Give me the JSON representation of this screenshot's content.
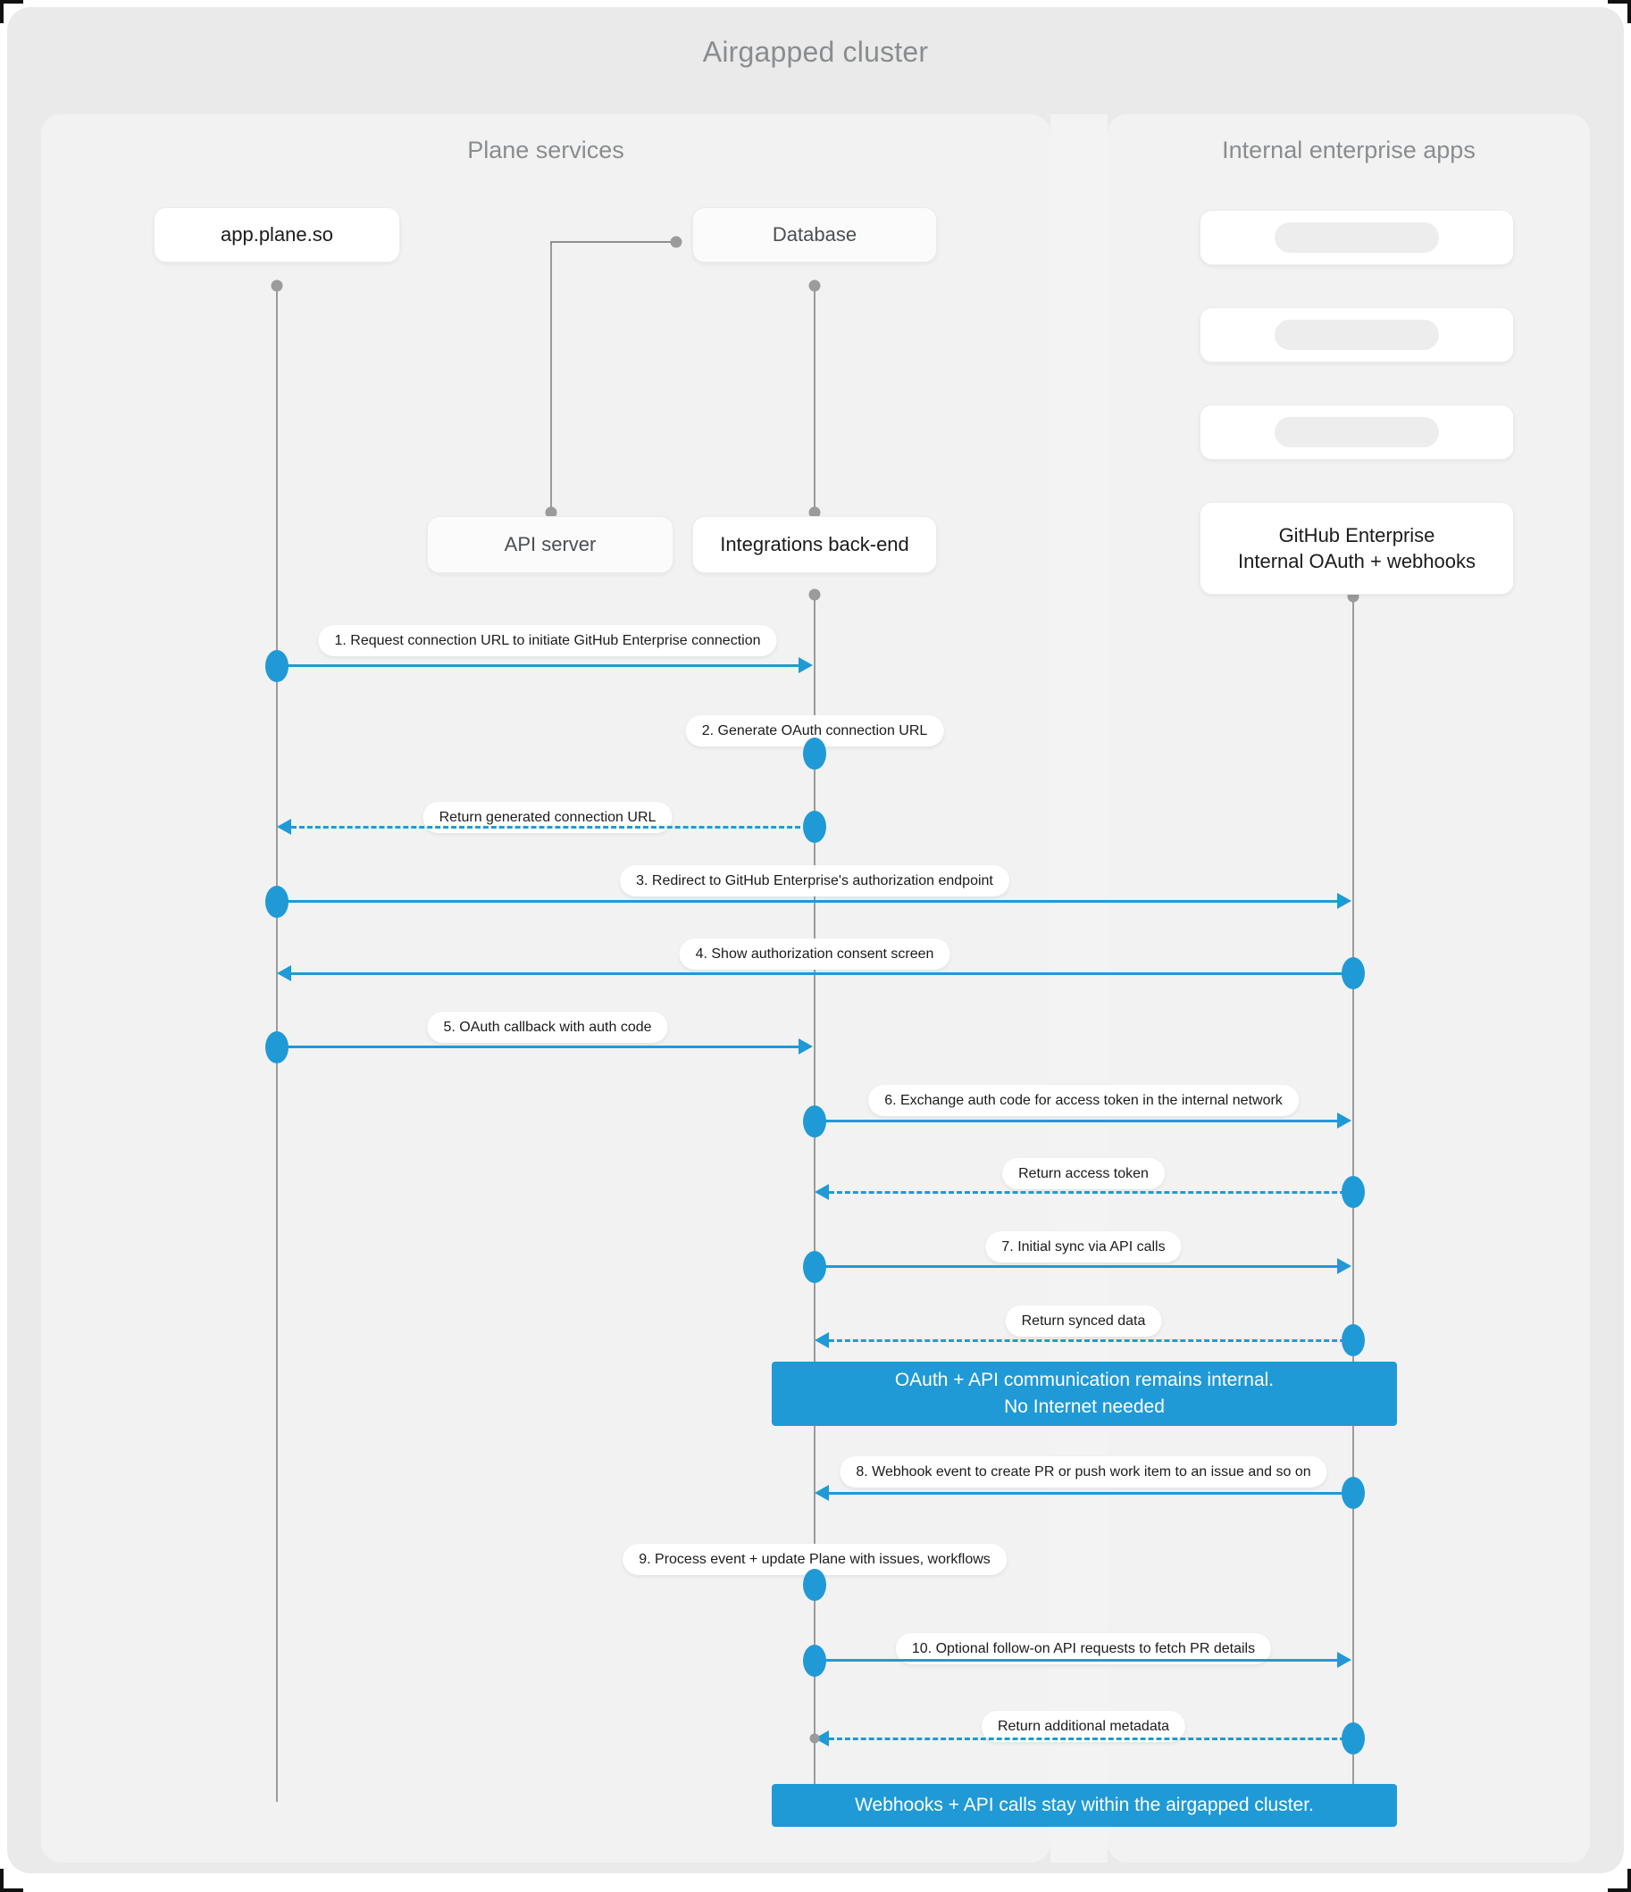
{
  "diagram": {
    "title": "Airgapped cluster",
    "accent_color": "#1f9ad6",
    "background_color": "#eaeaea",
    "group_color": "#f2f2f2"
  },
  "groups": [
    {
      "id": "plane-services",
      "title": "Plane services"
    },
    {
      "id": "internal-enterprise-apps",
      "title": "Internal enterprise apps"
    }
  ],
  "participants": [
    {
      "id": "app-plane-so",
      "label": "app.plane.so"
    },
    {
      "id": "database",
      "label": "Database"
    },
    {
      "id": "api-server",
      "label": "API server"
    },
    {
      "id": "integrations-backend",
      "label": "Integrations back-end"
    },
    {
      "id": "enterprise-app-1",
      "label": ""
    },
    {
      "id": "enterprise-app-2",
      "label": ""
    },
    {
      "id": "enterprise-app-3",
      "label": ""
    },
    {
      "id": "github-enterprise",
      "label": "GitHub Enterprise\nInternal OAuth + webhooks",
      "line1": "GitHub Enterprise",
      "line2": "Internal OAuth + webhooks"
    }
  ],
  "messages": [
    {
      "n": 1,
      "label": "1. Request connection URL to initiate GitHub Enterprise connection",
      "from": "app-plane-so",
      "to": "integrations-backend",
      "style": "solid",
      "direction": "right"
    },
    {
      "n": 2,
      "label": "2. Generate OAuth connection URL",
      "from": "integrations-backend",
      "to": "integrations-backend",
      "style": "self",
      "direction": "self"
    },
    {
      "n": 3,
      "label": "Return generated connection URL",
      "from": "integrations-backend",
      "to": "app-plane-so",
      "style": "dashed",
      "direction": "left"
    },
    {
      "n": 4,
      "label": "3. Redirect to GitHub Enterprise's authorization endpoint",
      "from": "app-plane-so",
      "to": "github-enterprise",
      "style": "solid",
      "direction": "right"
    },
    {
      "n": 5,
      "label": "4. Show authorization consent screen",
      "from": "github-enterprise",
      "to": "app-plane-so",
      "style": "solid",
      "direction": "left"
    },
    {
      "n": 6,
      "label": "5. OAuth callback with auth code",
      "from": "app-plane-so",
      "to": "integrations-backend",
      "style": "solid",
      "direction": "right"
    },
    {
      "n": 7,
      "label": "6. Exchange auth code for access token in the internal network",
      "from": "integrations-backend",
      "to": "github-enterprise",
      "style": "solid",
      "direction": "right"
    },
    {
      "n": 8,
      "label": "Return access token",
      "from": "github-enterprise",
      "to": "integrations-backend",
      "style": "dashed",
      "direction": "left"
    },
    {
      "n": 9,
      "label": "7. Initial sync via API calls",
      "from": "integrations-backend",
      "to": "github-enterprise",
      "style": "solid",
      "direction": "right"
    },
    {
      "n": 10,
      "label": "Return synced data",
      "from": "github-enterprise",
      "to": "integrations-backend",
      "style": "dashed",
      "direction": "left"
    },
    {
      "n": 11,
      "label": "8. Webhook event to create PR  or push work item to an issue  and so on",
      "from": "github-enterprise",
      "to": "integrations-backend",
      "style": "solid",
      "direction": "left"
    },
    {
      "n": 12,
      "label": "9. Process event + update Plane with issues, workflows",
      "from": "integrations-backend",
      "to": "integrations-backend",
      "style": "self",
      "direction": "self"
    },
    {
      "n": 13,
      "label": "10. Optional follow-on API requests to fetch PR details",
      "from": "integrations-backend",
      "to": "github-enterprise",
      "style": "solid",
      "direction": "right"
    },
    {
      "n": 14,
      "label": "Return additional metadata",
      "from": "github-enterprise",
      "to": "integrations-backend",
      "style": "dashed",
      "direction": "left"
    }
  ],
  "notes": [
    {
      "id": "note-internal",
      "line1": "OAuth + API communication remains internal.",
      "line2": "No Internet needed"
    },
    {
      "id": "note-airgapped",
      "line1": "Webhooks + API calls stay within the airgapped cluster.",
      "line2": ""
    }
  ]
}
